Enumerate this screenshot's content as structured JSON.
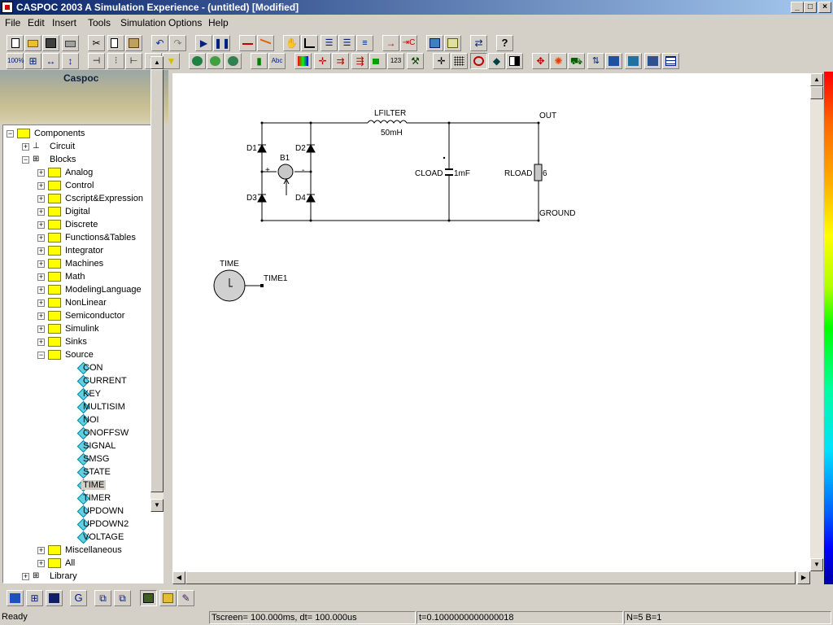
{
  "window": {
    "title": "CASPOC 2003 A Simulation Experience - (untitled) [Modified]",
    "controls": [
      "_",
      "□",
      "×"
    ]
  },
  "menubar": [
    "File",
    "Edit",
    "Insert",
    "Tools",
    "Simulation",
    "Options",
    "Help"
  ],
  "toolbar_row1_labels": {
    "zoom": ""
  },
  "toolbar_row2_labels": {
    "zoom100": "100%",
    "abc": "Abc",
    "n123": "123"
  },
  "panel": {
    "header": "Caspoc"
  },
  "tree": {
    "root": "Components",
    "circuit": "Circuit",
    "blocks": "Blocks",
    "block_folders": [
      "Analog",
      "Control",
      "Cscript&Expression",
      "Digital",
      "Discrete",
      "Functions&Tables",
      "Integrator",
      "Machines",
      "Math",
      "ModelingLanguage",
      "NonLinear",
      "Semiconductor",
      "Simulink",
      "Sinks"
    ],
    "source": "Source",
    "source_items": [
      "CON",
      "CURRENT",
      "KEY",
      "MULTISIM",
      "NOI",
      "ONOFFSW",
      "SIGNAL",
      "SMSG",
      "STATE",
      "TIME",
      "TIMER",
      "UPDOWN",
      "UPDOWN2",
      "VOLTAGE"
    ],
    "selected_item": "TIME",
    "after_folders": [
      "Miscellaneous",
      "All"
    ],
    "library": "Library"
  },
  "schematic": {
    "lfilter_label": "LFILTER",
    "lfilter_value": "50mH",
    "out_label": "OUT",
    "ground_label": "GROUND",
    "cload_label": "CLOAD",
    "cload_value": "1mF",
    "rload_label": "RLOAD",
    "rload_value": "6",
    "d1": "D1",
    "d2": "D2",
    "d3": "D3",
    "d4": "D4",
    "b1": "B1",
    "plus": "+",
    "minus": "-",
    "time_block": "TIME",
    "time_out": "TIME1"
  },
  "status": {
    "ready": "Ready",
    "tscreen": "Tscreen= 100.000ms, dt= 100.000us",
    "t": "t=0.1000000000000018",
    "nb": "N=5 B=1"
  }
}
